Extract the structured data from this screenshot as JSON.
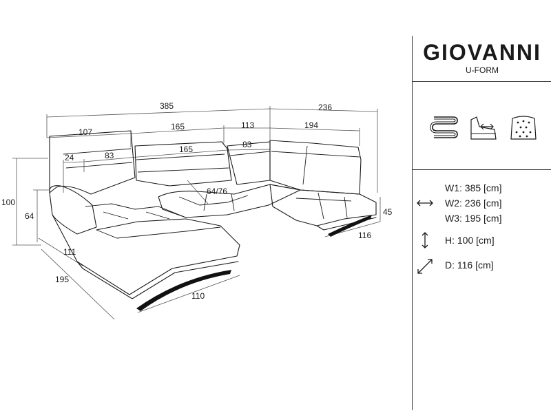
{
  "product": {
    "name": "GIOVANNI",
    "form": "U-FORM"
  },
  "icons": [
    "spring-icon",
    "sleep-function-icon",
    "fabric-tufting-icon"
  ],
  "drawing_dimensions": {
    "top_w1": "385",
    "top_w2": "236",
    "mid_107": "107",
    "mid_165": "165",
    "mid_113": "113",
    "mid_194": "194",
    "back_24": "24",
    "back_83a": "83",
    "back_165": "165",
    "back_83b": "83",
    "seat_depth": "64/76",
    "height_100": "100",
    "seat_height": "64",
    "right_height": "45",
    "right_depth": "116",
    "left_111": "111",
    "left_195": "195",
    "chaise_110": "110"
  },
  "specs": {
    "w1": "W1: 385 [cm]",
    "w2": "W2: 236 [cm]",
    "w3": "W3: 195 [cm]",
    "h": "H: 100 [cm]",
    "d": "D: 116 [cm]"
  }
}
